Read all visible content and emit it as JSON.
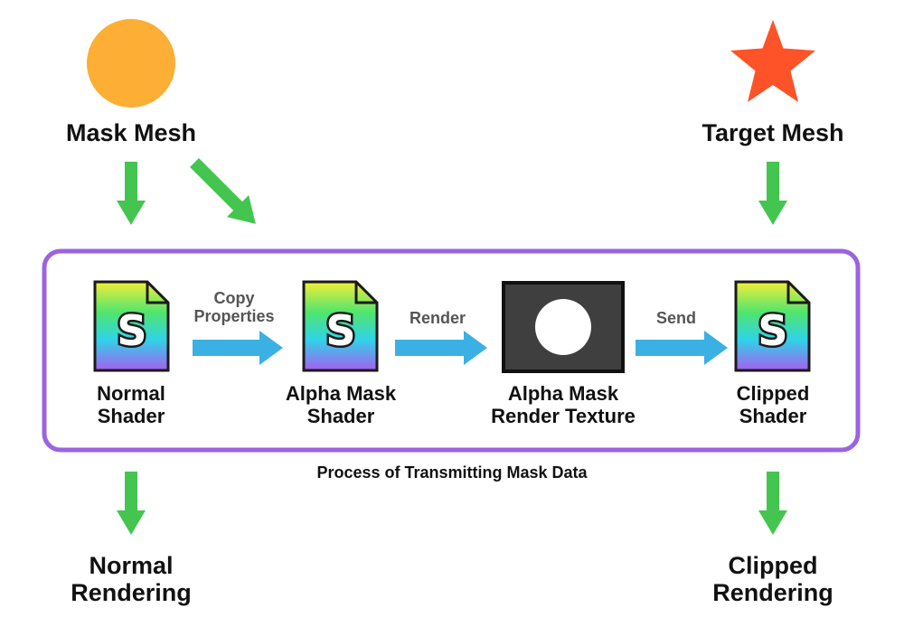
{
  "colors": {
    "arrow_green": "#44c550",
    "arrow_blue": "#3bb0e3",
    "frame_purple": "#9b63e0",
    "circle_orange": "#fcae35",
    "star_red": "#fe5328",
    "texture_bg": "#3f3f3f"
  },
  "top": {
    "mask_mesh": "Mask Mesh",
    "target_mesh": "Target Mesh",
    "mask_icon": "orange-circle-icon",
    "target_icon": "red-star-icon"
  },
  "process": {
    "caption": "Process of Transmitting Mask Data",
    "nodes": [
      {
        "label": "Normal\nShader",
        "icon": "shader-file-icon",
        "glyph": "S"
      },
      {
        "label": "Alpha Mask\nShader",
        "icon": "shader-file-icon",
        "glyph": "S"
      },
      {
        "label": "Alpha Mask\nRender Texture",
        "icon": "render-texture-icon"
      },
      {
        "label": "Clipped\nShader",
        "icon": "shader-file-icon",
        "glyph": "S"
      }
    ],
    "edges": [
      {
        "label": "Copy\nProperties"
      },
      {
        "label": "Render"
      },
      {
        "label": "Send"
      }
    ]
  },
  "outputs": {
    "normal": "Normal\nRendering",
    "clipped": "Clipped\nRendering"
  }
}
